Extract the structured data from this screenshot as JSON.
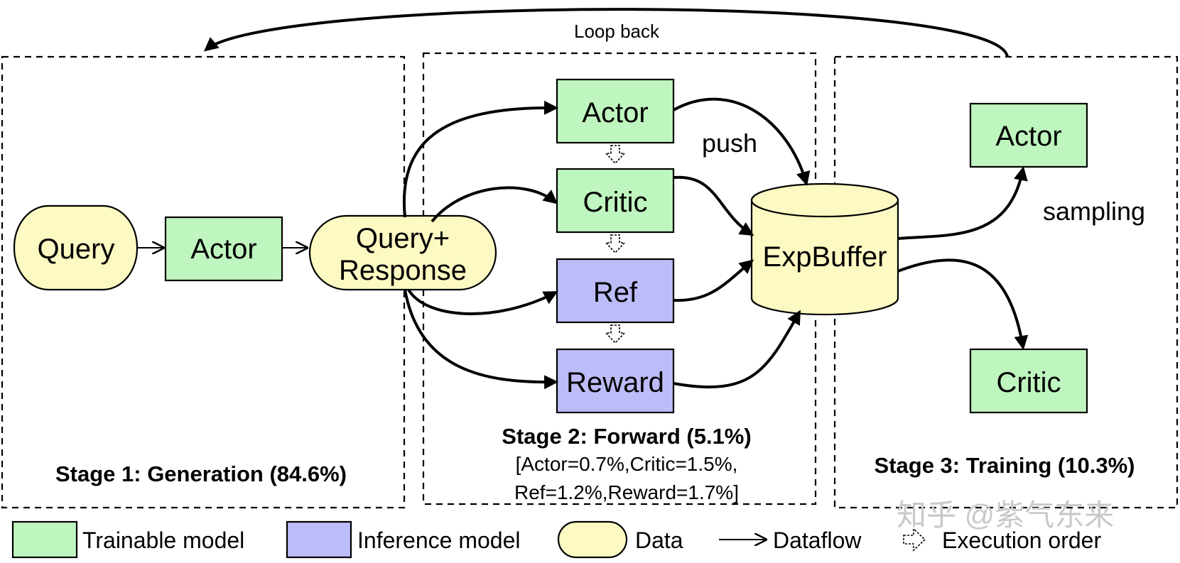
{
  "colors": {
    "trainable": "#bff5bf",
    "inference": "#bcbcf8",
    "data": "#fdf9c2"
  },
  "top_arrow_label": "Loop back",
  "stage1": {
    "title": "Stage 1: Generation (84.6%)",
    "query": "Query",
    "actor": "Actor",
    "query_response_line1": "Query+",
    "query_response_line2": "Response"
  },
  "stage2": {
    "title": "Stage 2: Forward (5.1%)",
    "detail_line1": "[Actor=0.7%,Critic=1.5%,",
    "detail_line2": "Ref=1.2%,Reward=1.7%]",
    "actor": "Actor",
    "critic": "Critic",
    "ref": "Ref",
    "reward": "Reward",
    "push_label": "push",
    "buffer": "ExpBuffer"
  },
  "stage3": {
    "title": "Stage 3: Training (10.3%)",
    "actor": "Actor",
    "critic": "Critic",
    "sampling_label": "sampling"
  },
  "legend": {
    "trainable": "Trainable model",
    "inference": "Inference model",
    "data": "Data",
    "dataflow": "Dataflow",
    "execution": "Execution order"
  },
  "watermark": "知乎 @紫气东来"
}
